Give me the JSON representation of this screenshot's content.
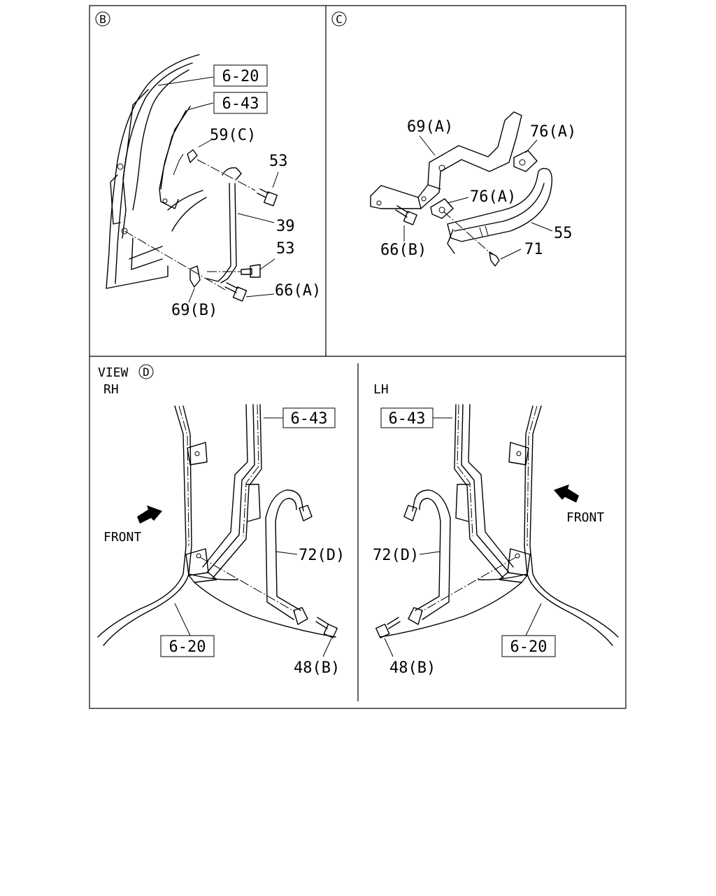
{
  "panels": {
    "b": {
      "circle": "B",
      "callouts": [
        "6-20",
        "6-43"
      ],
      "labels": [
        "59(C)",
        "53",
        "39",
        "53",
        "66(A)",
        "69(B)"
      ]
    },
    "c": {
      "circle": "C",
      "labels": [
        "69(A)",
        "76(A)",
        "76(A)",
        "55",
        "66(B)",
        "71"
      ]
    },
    "d": {
      "view_word": "VIEW",
      "circle": "D",
      "rh": {
        "side": "RH",
        "front": "FRONT",
        "callouts": [
          "6-43",
          "6-20"
        ],
        "labels": [
          "72(D)",
          "48(B)"
        ]
      },
      "lh": {
        "side": "LH",
        "front": "FRONT",
        "callouts": [
          "6-43",
          "6-20"
        ],
        "labels": [
          "72(D)",
          "48(B)"
        ]
      }
    }
  }
}
